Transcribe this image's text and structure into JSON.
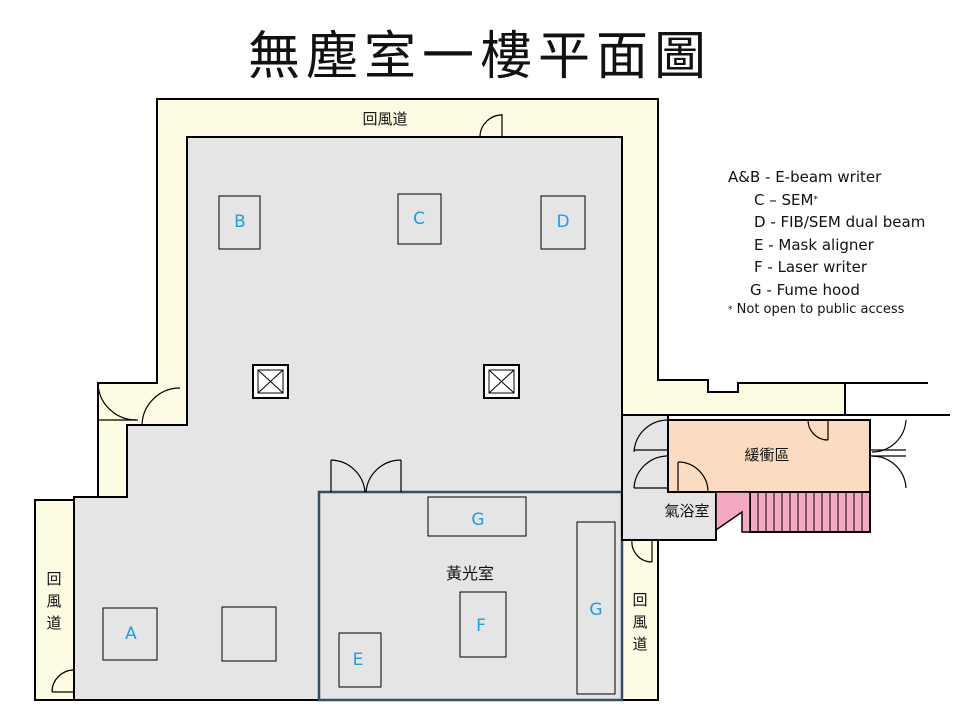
{
  "title": "無塵室一樓平面圖",
  "rooms": {
    "return_corridor_top": "回風道",
    "return_corridor_left": [
      "回",
      "風",
      "道"
    ],
    "return_corridor_right": [
      "回",
      "風",
      "道"
    ],
    "yellow_room": "黃光室",
    "buffer_zone": "緩衝區",
    "air_shower": "氣浴室"
  },
  "equipment_labels": {
    "A": "A",
    "B": "B",
    "C": "C",
    "D": "D",
    "E": "E",
    "F": "F",
    "G_top": "G",
    "G_right": "G"
  },
  "legend": {
    "ab": "A&B - E-beam writer",
    "c": "C – SEM",
    "c_mark": "*",
    "d": "D - FIB/SEM dual beam",
    "e": "E - Mask aligner",
    "f": "F - Laser writer",
    "g": "G - Fume hood",
    "note_mark": "*",
    "note": "Not open to public access"
  },
  "colors": {
    "corridor": "#fdfce3",
    "room": "#e5e5e5",
    "buffer": "#fbdcc1",
    "stairs": "#f5a9c0",
    "label_blue": "#1f9de0",
    "wall": "#000000",
    "yellow_room_border": "#3a4a6b"
  }
}
